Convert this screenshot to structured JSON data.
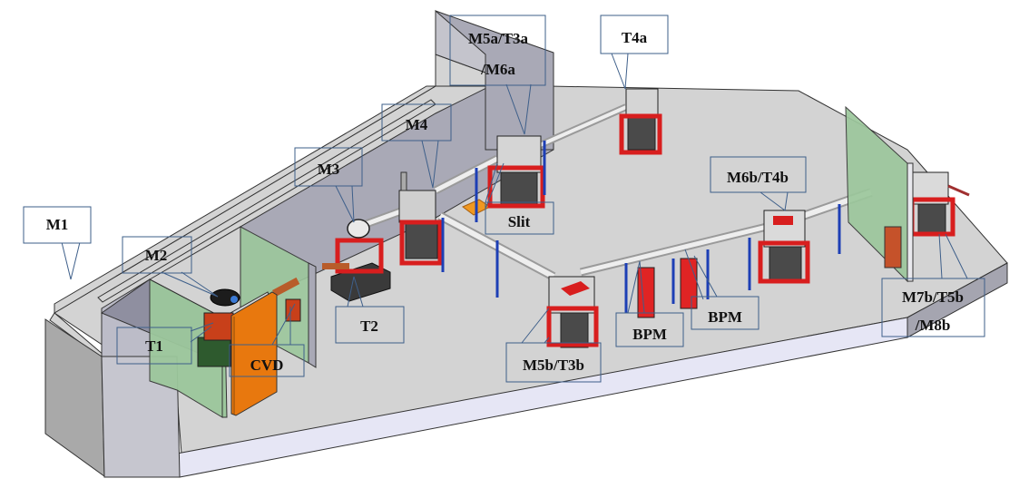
{
  "figure": {
    "type": "3D beamline layout diagram",
    "colors": {
      "floor_top": "#d3d3d3",
      "floor_edge": "#e6e6f5",
      "wall_top": "#d4d4d4",
      "wall_face": "#a9a9b4",
      "wall_side": "#c6c6cf",
      "green_glass": "#9cc79c",
      "orange_door": "#e8780e",
      "stand_red": "#d81e1e",
      "post_blue": "#1d3fb5",
      "chamber_grey": "#c9c9c9",
      "callout_border": "#3e5f8a"
    }
  },
  "callouts": [
    {
      "id": "M1",
      "lines": [
        "M1"
      ]
    },
    {
      "id": "M2",
      "lines": [
        "M2"
      ]
    },
    {
      "id": "T1",
      "lines": [
        "T1"
      ]
    },
    {
      "id": "CVD",
      "lines": [
        "CVD"
      ]
    },
    {
      "id": "M3",
      "lines": [
        "M3"
      ]
    },
    {
      "id": "T2",
      "lines": [
        "T2"
      ]
    },
    {
      "id": "M4",
      "lines": [
        "M4"
      ]
    },
    {
      "id": "M5a",
      "lines": [
        "M5a/T3a",
        "/M6a"
      ]
    },
    {
      "id": "Slit",
      "lines": [
        "Slit"
      ]
    },
    {
      "id": "T4a",
      "lines": [
        "T4a"
      ]
    },
    {
      "id": "M5b",
      "lines": [
        "M5b/T3b"
      ]
    },
    {
      "id": "BPM1",
      "lines": [
        "BPM"
      ]
    },
    {
      "id": "BPM2",
      "lines": [
        "BPM"
      ]
    },
    {
      "id": "M6b",
      "lines": [
        "M6b/T4b"
      ]
    },
    {
      "id": "M7b",
      "lines": [
        "M7b/T5b",
        "/M8b"
      ]
    }
  ]
}
